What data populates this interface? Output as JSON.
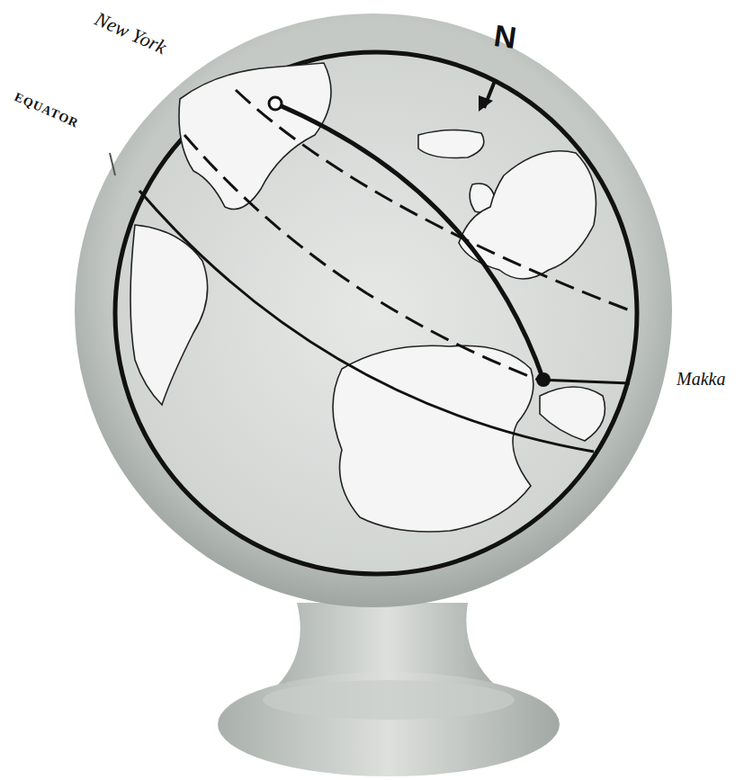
{
  "diagram": {
    "labels": [
      "New York",
      "EQUATOR",
      "N",
      "Makka"
    ]
  }
}
